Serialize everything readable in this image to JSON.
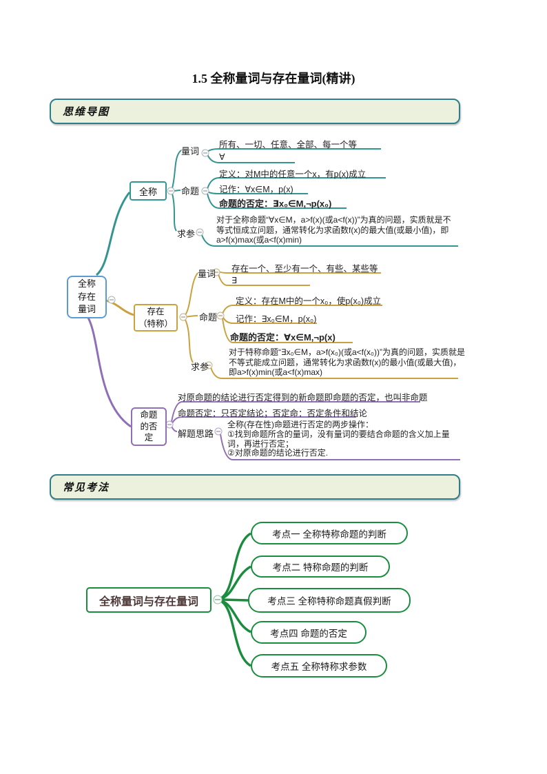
{
  "page": {
    "title": "1.5 全称量词与存在量词(精讲)"
  },
  "headers": {
    "mindmap": "思维导图",
    "methods": "常见考法"
  },
  "map1": {
    "root_lines": [
      "全称",
      "存在",
      "量词"
    ],
    "universal": {
      "label": "全称",
      "quantifier": {
        "label": "量词",
        "words": "所有、一切、任意、全部、每一个等",
        "symbol": "∀"
      },
      "proposition": {
        "label": "命题",
        "definition": "定义：对M中的任意一个x，有p(x)成立",
        "notation": "记作：∀x∈M，p(x)",
        "negation": "命题的否定：∃x₀∈M,¬p(x₀)"
      },
      "param": {
        "label": "求参",
        "text": "对于全称命题“∀x∈M，a>f(x)(或a<f(x))”为真的问题，实质就是不等式恒成立问题，通常转化为求函数f(x)的最大值(或最小值)，即a>f(x)max(或a<f(x)min)"
      }
    },
    "existential": {
      "box_lines": [
        "存在",
        "（特称）"
      ],
      "quantifier": {
        "label": "量词",
        "words": "存在一个、至少有一个、有些、某些等",
        "symbol": "∃"
      },
      "proposition": {
        "label": "命题",
        "definition": "定义：存在M中的一个x₀，使p(x₀)成立",
        "notation": "记作：∃x₀∈M，p(x₀)",
        "negation": "命题的否定：∀x∈M,¬p(x)"
      },
      "param": {
        "label": "求参",
        "text": "对于特称命题“∃x₀∈M，a>f(x₀)(或a<f(x₀))”为真的问题，实质就是不等式能成立问题，通常转化为求函数f(x)的最小值(或最大值)，即a>f(x)min(或a<f(x)max)"
      }
    },
    "negation": {
      "box_lines": [
        "命题",
        "的否",
        "定"
      ],
      "line1": "对原命题的结论进行否定得到的新命题即命题的否定，也叫非命题",
      "line2": "命题否定：只否定结论；否定命：否定条件和结论",
      "strategy": {
        "label": "解题思路",
        "text": "全称(存在性)命题进行否定的两步操作：\n①找到命题所含的量词，没有量词的要结合命题的含义加上量词，再进行否定；\n②对原命题的结论进行否定."
      }
    }
  },
  "map2": {
    "root": "全称量词与存在量词",
    "topics": [
      "考点一 全称特称命题的判断",
      "考点二 特称命题的判断",
      "考点三 全称特称命题真假判断",
      "考点四 命题的否定",
      "考点五 全称特称求参数"
    ]
  },
  "colors": {
    "teal": "#339490",
    "gold": "#c9a23f",
    "purple": "#8f6fb5",
    "root_border": "#5b9bd5",
    "green": "#1a8c3e",
    "header_bg": "#ebf1dc",
    "header_border": "#2f7d8c",
    "root2_text": "#4d3838"
  }
}
